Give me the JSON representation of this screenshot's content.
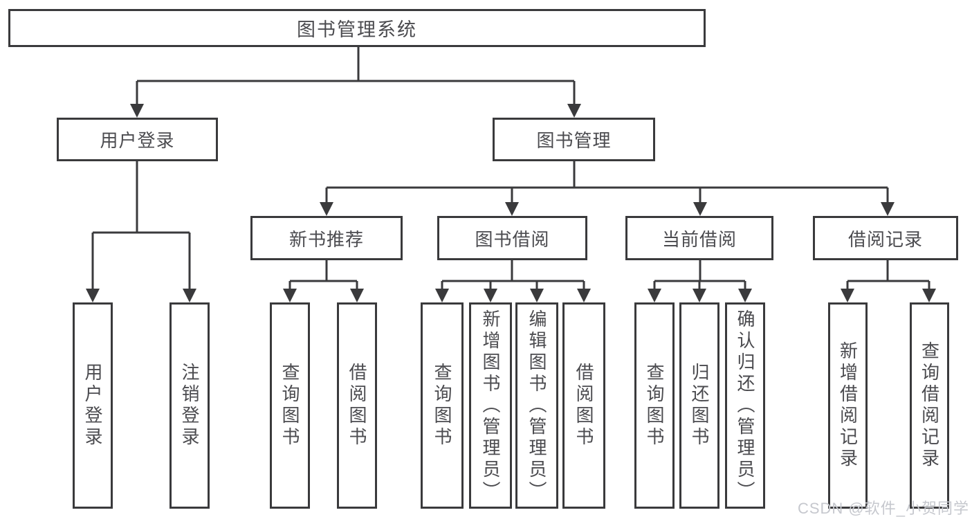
{
  "diagram_title": "图书管理系统",
  "nodes": {
    "root": "图书管理系统",
    "userLogin": "用户登录",
    "bookMgmt": "图书管理",
    "newBook": "新书推荐",
    "bookBorrow": "图书借阅",
    "currentBorrow": "当前借阅",
    "borrowRecords": "借阅记录",
    "userLoginChildren": [
      "用户登录",
      "注销登录"
    ],
    "newBookChildren": [
      "查询图书",
      "借阅图书"
    ],
    "bookBorrowChildren": [
      "查询图书",
      "新增图书（管理员）",
      "编辑图书（管理员）",
      "借阅图书"
    ],
    "currentBorrowChildren": [
      "查询图书",
      "归还图书",
      "确认归还（管理员）"
    ],
    "borrowRecordsChildren": [
      "新增借阅记录",
      "查询借阅记录"
    ]
  },
  "watermark": "CSDN @软件_小贺同学",
  "colors": {
    "line": "#3a3a3c",
    "border": "#3a3a3c",
    "text": "#4b4b4f",
    "watermark": "#c6c8ce",
    "background": "#ffffff"
  }
}
